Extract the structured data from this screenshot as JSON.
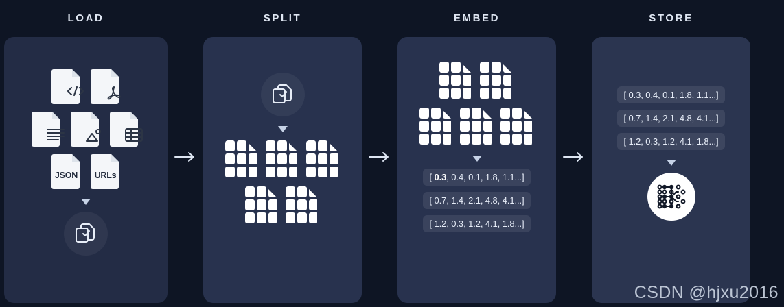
{
  "page": {
    "background_color": "#0e1524",
    "card_color": "#28324e",
    "accent_text_color": "#e8edf5",
    "watermark": "CSDN @hjxu2016"
  },
  "stages": [
    {
      "id": "load",
      "title": "LOAD",
      "files": [
        [
          {
            "name": "code-file-icon",
            "glyph": "</>",
            "label": ""
          },
          {
            "name": "pdf-file-icon",
            "glyph": "pdf",
            "label": ""
          }
        ],
        [
          {
            "name": "text-file-icon",
            "glyph": "text",
            "label": ""
          },
          {
            "name": "image-file-icon",
            "glyph": "image",
            "label": ""
          },
          {
            "name": "table-file-icon",
            "glyph": "table",
            "label": ""
          }
        ],
        [
          {
            "name": "json-file-icon",
            "glyph": "label",
            "label": "JSON"
          },
          {
            "name": "urls-file-icon",
            "glyph": "label",
            "label": "URLs"
          }
        ]
      ],
      "result_icon": "document-check-icon"
    },
    {
      "id": "split",
      "title": "SPLIT",
      "source_icon": "document-check-icon",
      "chunk_rows": [
        3,
        2
      ]
    },
    {
      "id": "embed",
      "title": "EMBED",
      "chunk_rows": [
        2,
        3
      ],
      "vectors": [
        {
          "prefix": "[ ",
          "highlight": "0.3",
          "rest": ", 0.4, 0.1, 1.8, 1.1...]"
        },
        {
          "prefix": "[ ",
          "highlight": "",
          "rest": "0.7, 1.4, 2.1, 4.8, 4.1...]"
        },
        {
          "prefix": "[ ",
          "highlight": "",
          "rest": "1.2, 0.3, 1.2, 4.1, 1.8...]"
        }
      ]
    },
    {
      "id": "store",
      "title": "STORE",
      "vectors": [
        {
          "text": "[ 0.3, 0.4, 0.1, 1.8, 1.1...]"
        },
        {
          "text": "[ 0.7, 1.4, 2.1, 4.8, 4.1...]"
        },
        {
          "text": "[ 1.2, 0.3, 1.2, 4.1, 1.8...]"
        }
      ],
      "result_icon": "vector-database-icon"
    }
  ],
  "arrows": [
    {
      "name": "arrow-load-to-split",
      "glyph": "→"
    },
    {
      "name": "arrow-split-to-embed",
      "glyph": "→"
    },
    {
      "name": "arrow-embed-to-store",
      "glyph": "→"
    }
  ]
}
